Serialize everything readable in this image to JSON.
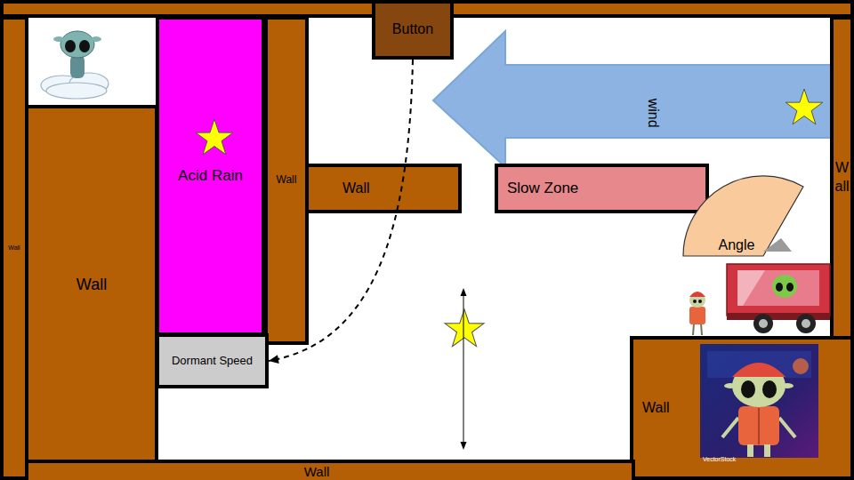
{
  "diagram": {
    "nodes": [
      {
        "text": [
          "Button"
        ]
      },
      {
        "text": [
          "wind"
        ]
      },
      {
        "text": [
          "Acid Rain"
        ]
      },
      {
        "text": [
          "Wall"
        ]
      },
      {
        "text": [
          "Wall"
        ]
      },
      {
        "text": [
          "Slow Zone"
        ]
      },
      {
        "text": [
          "Wall"
        ]
      },
      {
        "text": [
          "Wall"
        ]
      },
      {
        "text": [
          "Angle"
        ]
      },
      {
        "text": [
          "Wall"
        ]
      },
      {
        "text": [
          "Dormant Speed"
        ]
      },
      {
        "text": [
          "Wall"
        ]
      },
      {
        "text": [
          "Wall"
        ]
      }
    ],
    "edges": [
      {
        "from": 0,
        "to": 10,
        "arrow": "to"
      }
    ],
    "labels": [
      "VectorStock"
    ]
  }
}
